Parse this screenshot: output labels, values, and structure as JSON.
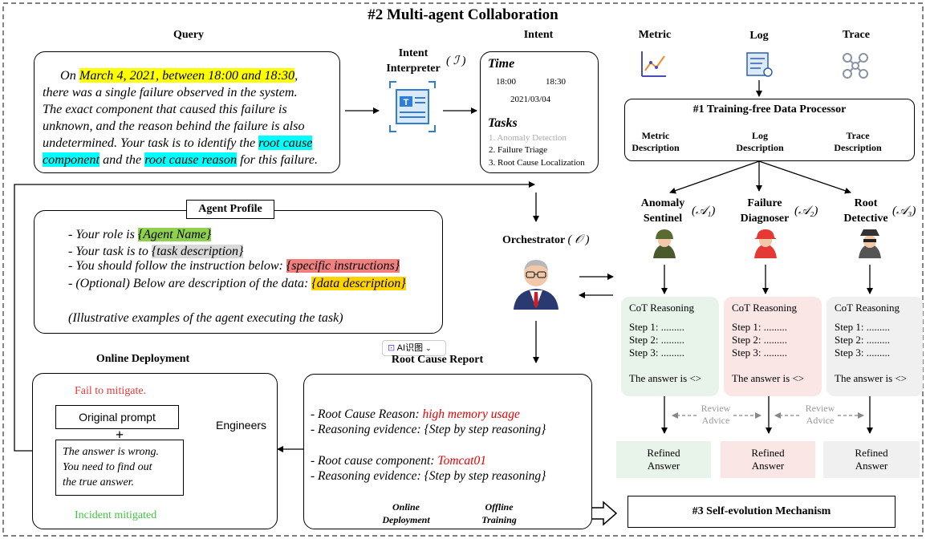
{
  "title": "#2 Multi-agent Collaboration",
  "query": {
    "heading": "Query",
    "t1": "On ",
    "t2": "March 4, 2021, between 18:00 and 18:30",
    "t3": ",",
    "t4": "there was a single failure observed in the system.",
    "t5": "The exact component that caused this failure is",
    "t6": "unknown, and the reason behind the failure is also",
    "t7": "undetermined. Your task is to identify the ",
    "t8": "root cause",
    "t9": "component",
    "t10": " and the ",
    "t11": "root cause reason",
    "t12": " for this failure."
  },
  "intent_interpreter": {
    "label_line1": "Intent",
    "label_line2": "Interpreter",
    "symbol": "( ℐ )"
  },
  "intent": {
    "heading": "Intent",
    "time_label": "Time",
    "tick1": "18:00",
    "tick2": "18:30",
    "date": "2021/03/04",
    "tasks_label": "Tasks",
    "task1": "1. Anomaly Detection",
    "task2": "2. Failure Triage",
    "task3": "3. Root Cause Localization"
  },
  "sources": {
    "metric": "Metric",
    "log": "Log",
    "trace": "Trace"
  },
  "processor": {
    "title": "#1 Training-free Data Processor",
    "metric_desc_1": "Metric",
    "metric_desc_2": "Description",
    "log_desc_1": "Log",
    "log_desc_2": "Description",
    "trace_desc_1": "Trace",
    "trace_desc_2": "Description"
  },
  "agents": [
    {
      "line1": "Anomaly",
      "line2": "Sentinel",
      "symbol": "(𝒜₁)",
      "cot_title": "CoT Reasoning",
      "step1": "Step 1: .........",
      "step2": "Step 2: .........",
      "step3": "Step 3: .........",
      "answer": "The answer is <>",
      "refined1": "Refined",
      "refined2": "Answer",
      "color": "#e8f4ea"
    },
    {
      "line1": "Failure",
      "line2": "Diagnoser",
      "symbol": "(𝒜₂)",
      "cot_title": "CoT Reasoning",
      "step1": "Step 1: .........",
      "step2": "Step 2: .........",
      "step3": "Step 3: .........",
      "answer": "The answer is <>",
      "refined1": "Refined",
      "refined2": "Answer",
      "color": "#fbe6e6"
    },
    {
      "line1": "Root",
      "line2": "Detective",
      "symbol": "(𝒜₃)",
      "cot_title": "CoT Reasoning",
      "step1": "Step 1: .........",
      "step2": "Step 2: .........",
      "step3": "Step 3: .........",
      "answer": "The answer is <>",
      "refined1": "Refined",
      "refined2": "Answer",
      "color": "#f0f0f0"
    }
  ],
  "review": {
    "a_line1": "Review",
    "a_line2": "Advice",
    "b_line1": "Review",
    "b_line2": "Advice"
  },
  "orchestrator": {
    "label": "Orchestrator",
    "symbol": "( 𝒪 )"
  },
  "agent_profile": {
    "heading": "Agent Profile",
    "l1a": "- Your role is ",
    "l1b": "{Agent Name}",
    "l2a": "- Your task is to ",
    "l2b": "{task description}",
    "l3a": "- You should follow the instruction below: ",
    "l3b": "{specific instructions}",
    "l4a": "- (Optional) Below are description of the data: ",
    "l4b": "{data description}",
    "l5": "(Illustrative examples of the agent executing the task)"
  },
  "ai_badge": "AI识图",
  "online": {
    "heading": "Online Deployment",
    "fail": "Fail to mitigate.",
    "original_prompt": "Original prompt",
    "plus": "+",
    "w1": "The answer is wrong.",
    "w2": "You need to find out",
    "w3": "the true answer.",
    "mitigated": "Incident mitigated",
    "engineers": "Engineers"
  },
  "report": {
    "heading": "Root Cause Report",
    "r1a": "- Root Cause Reason: ",
    "r1b": "high memory usage",
    "r2": "- Reasoning evidence: {Step by step reasoning}",
    "r3a": "- Root cause component: ",
    "r3b": "Tomcat01",
    "r4": "- Reasoning evidence: {Step by step reasoning}",
    "online1": "Online",
    "online2": "Deployment",
    "offline1": "Offline",
    "offline2": "Training"
  },
  "self_evolution": "#3 Self-evolution Mechanism"
}
